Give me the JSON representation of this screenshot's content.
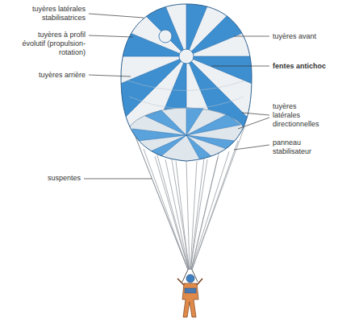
{
  "diagram": {
    "labels": [
      "tuyères latérales stabilisatrices",
      "tuyères à profil évolutif (propulsion-rotation)",
      "tuyères arrière",
      "tuyères avant",
      "fentes antichoc",
      "tuyères latérales directionnelles",
      "panneau stabilisateur",
      "suspentes"
    ]
  }
}
